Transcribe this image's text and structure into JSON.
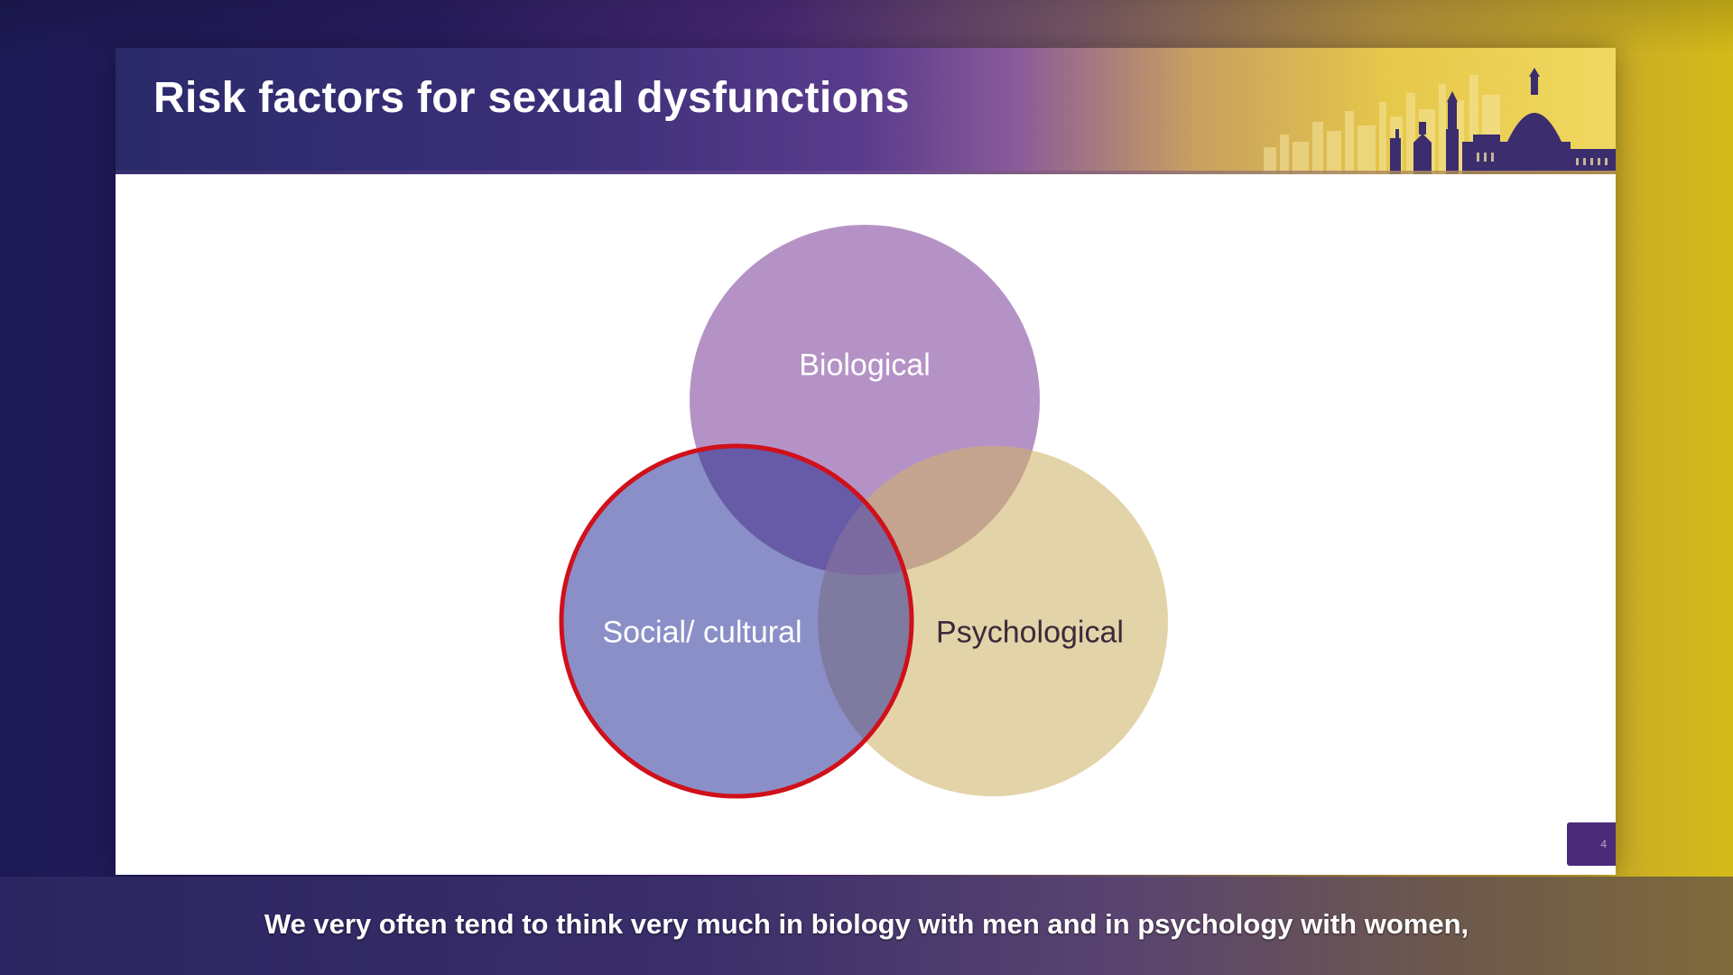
{
  "slide": {
    "title": "Risk factors for sexual dysfunctions",
    "page_number": "4",
    "header_logo": "city-skyline-icon"
  },
  "venn": {
    "circles": [
      {
        "label": "Biological",
        "color": "#b592c6",
        "label_color": "#ffffff"
      },
      {
        "label": "Social/ cultural",
        "color": "#7f86c4",
        "label_color": "#ffffff",
        "highlighted": true,
        "outline_color": "#d0101a"
      },
      {
        "label": "Psychological",
        "color": "#e3d3a8",
        "label_color": "#3a2a3a"
      }
    ],
    "overlap_colors": {
      "biological_social": "#675aa6",
      "biological_psychological": "#c4a48e",
      "social_psychological": "#7f7aa0",
      "center": "#7a6aa0"
    }
  },
  "caption": {
    "text": "We very often tend to think very much in biology with men and in psychology with women,"
  }
}
